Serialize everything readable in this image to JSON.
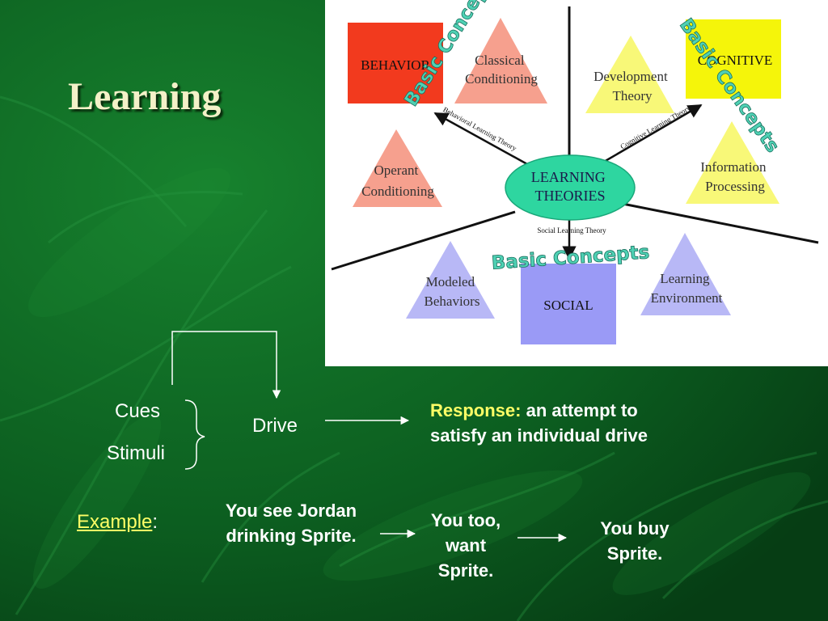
{
  "slide": {
    "title": "Learning",
    "colors": {
      "background": "#0b5a1e",
      "title": "#f4f1c8",
      "highlight": "#ffff66",
      "text": "#ffffff"
    }
  },
  "diagram": {
    "center": "LEARNING\nTHEORIES",
    "theory_labels": {
      "behavioral": "Behavioral Learning Theory",
      "cognitive": "Cognitive Learning Theory",
      "social": "Social Learning Theory"
    },
    "boxes": {
      "behavior": "BEHAVIOR",
      "cognitive": "COGNITIVE",
      "social": "SOCIAL"
    },
    "triangles": {
      "classical": "Classical\nConditioning",
      "operant": "Operant\nConditioning",
      "development": "Development\nTheory",
      "information": "Information\nProcessing",
      "modeled": "Modeled\nBehaviors",
      "environment": "Learning\nEnvironment"
    },
    "basic_concepts": "Basic Concepts",
    "colors": {
      "behavior": "#f23a1e",
      "behavior_triangle": "#f6a08e",
      "cognitive": "#f5f50a",
      "cognitive_triangle": "#f8f878",
      "social": "#9a9af6",
      "social_triangle": "#b8b8f6",
      "center": "#2ed6a0",
      "basic_concepts": "#4fd1b4"
    }
  },
  "drive_model": {
    "cues": "Cues",
    "stimuli": "Stimuli",
    "drive": "Drive",
    "response_label": "Response:",
    "response_text": " an attempt to",
    "response_line2": "satisfy an individual drive"
  },
  "example": {
    "label": "Example",
    "colon": ":",
    "step1_line1": "You see Jordan",
    "step1_line2": "drinking Sprite.",
    "step2_line1": "You too,",
    "step2_line2": "want",
    "step2_line3": "Sprite.",
    "step3_line1": "You buy",
    "step3_line2": "Sprite."
  }
}
